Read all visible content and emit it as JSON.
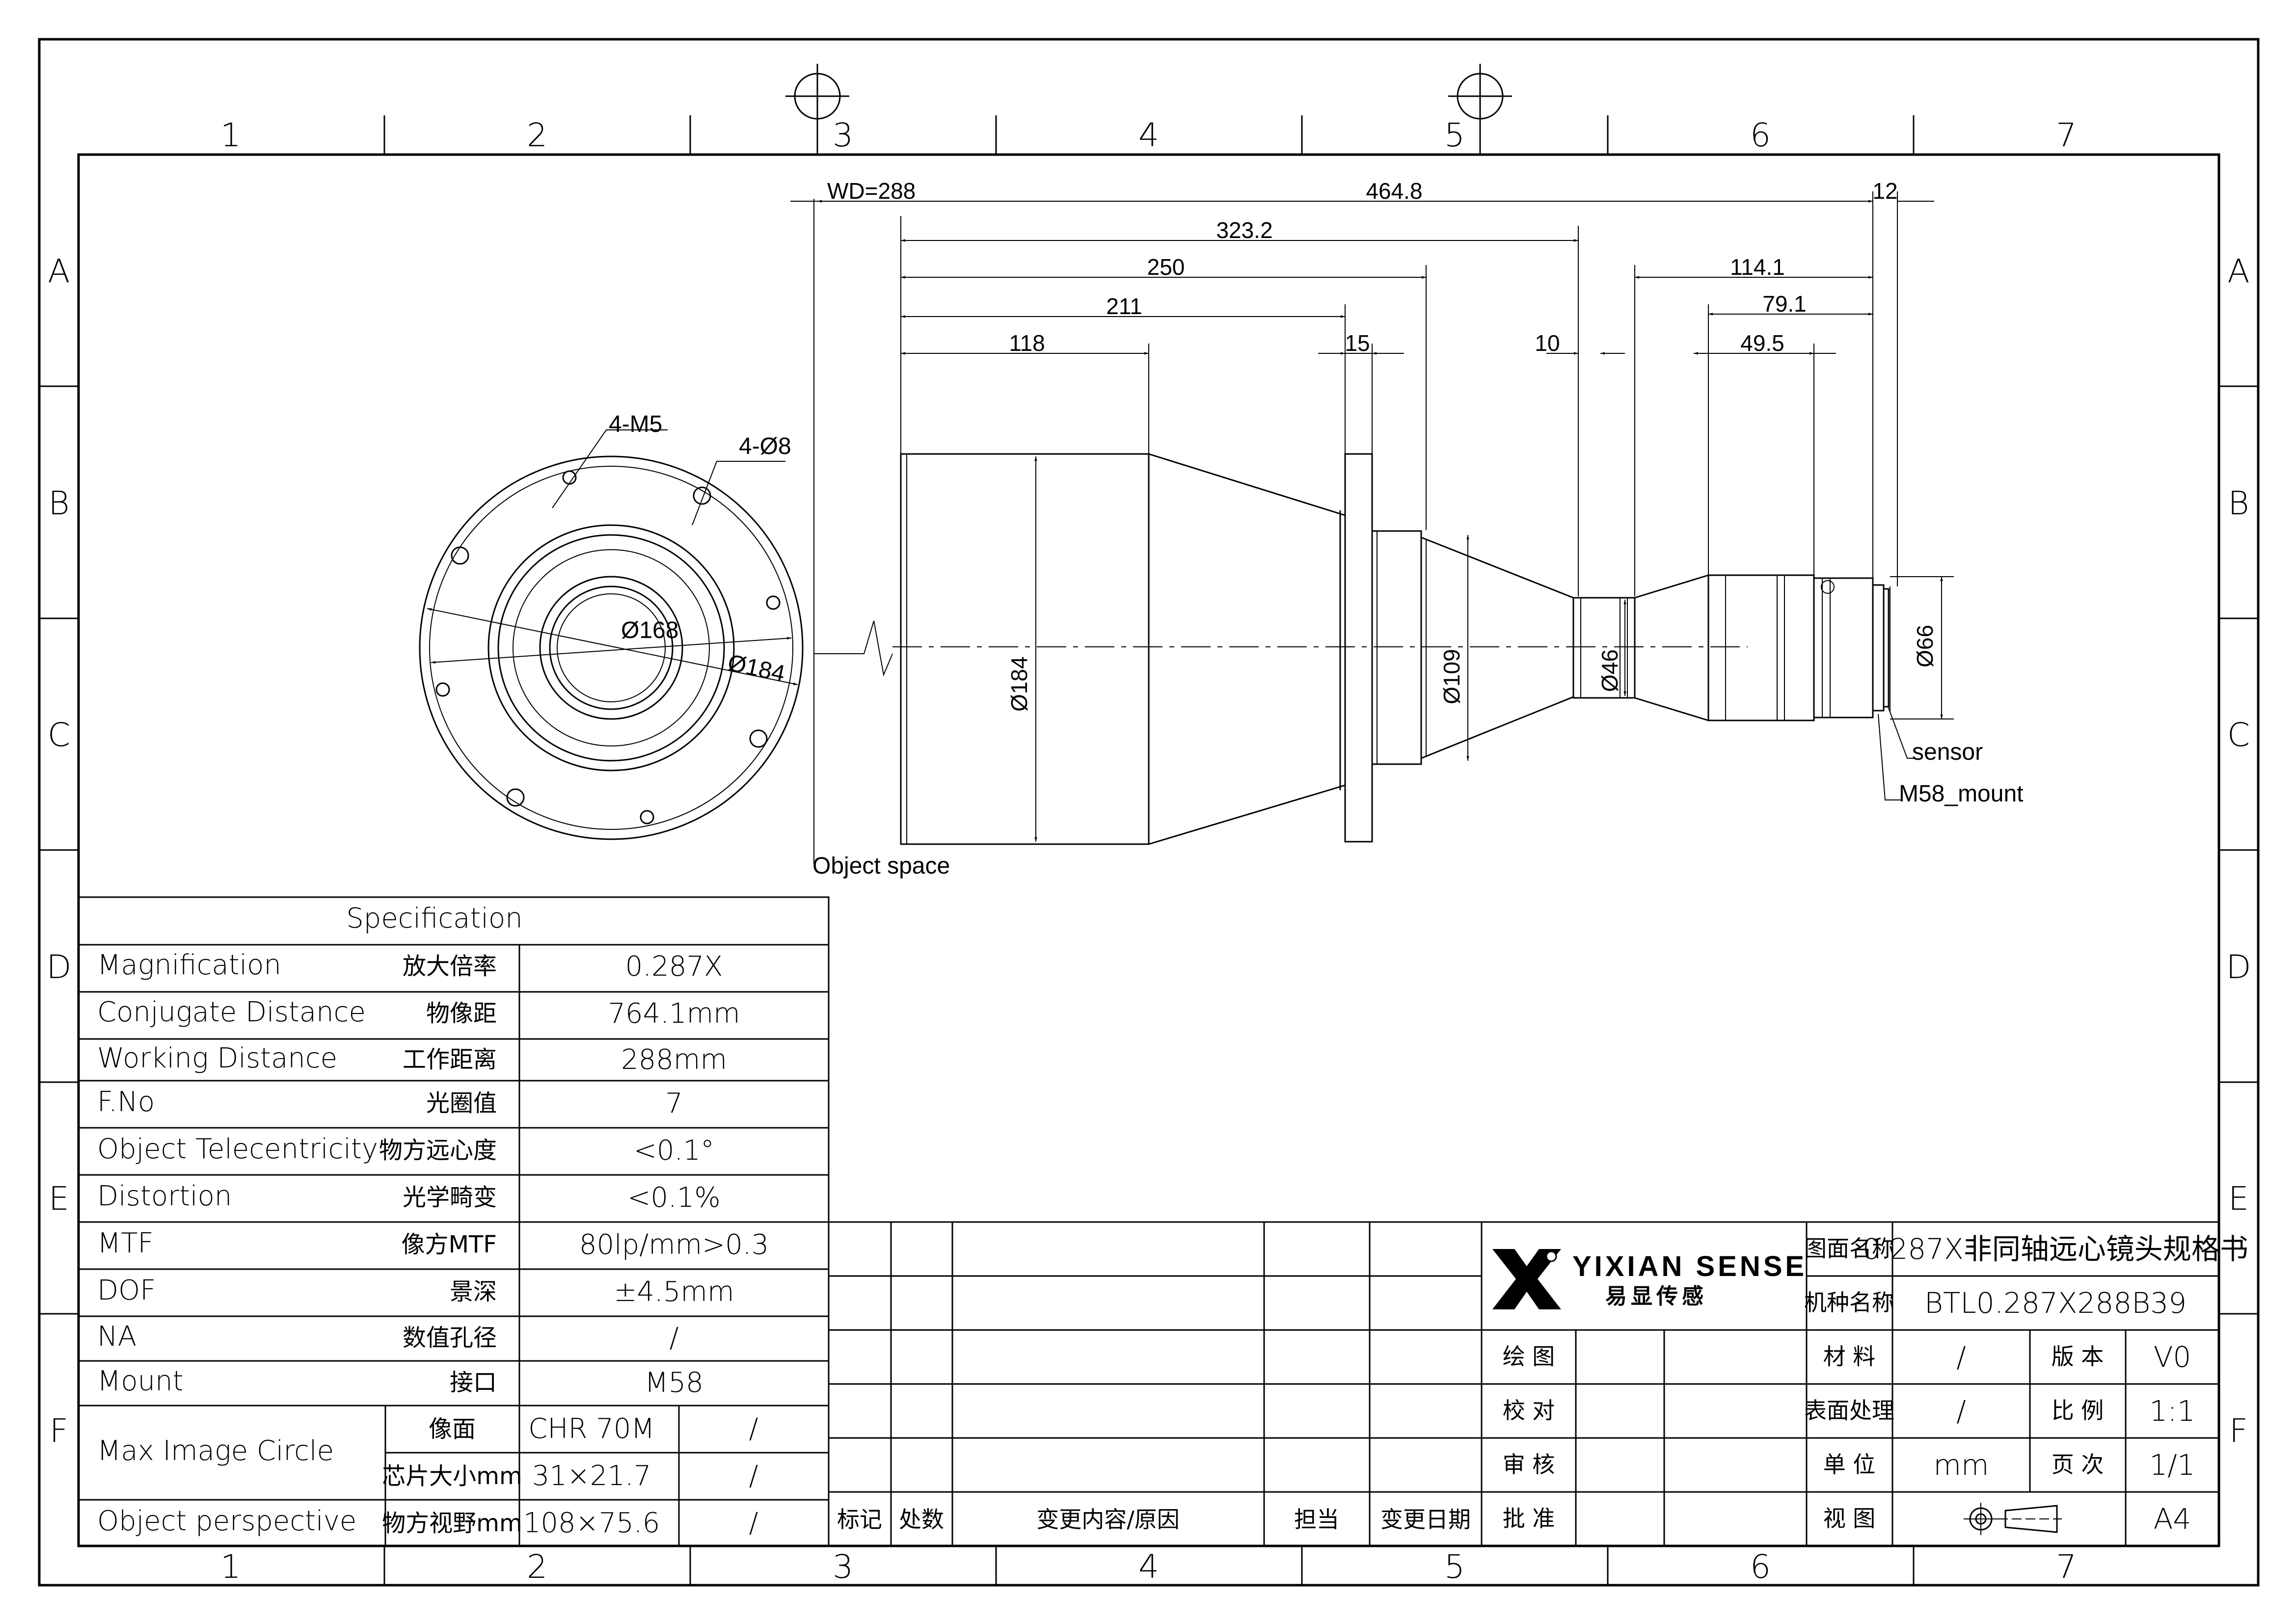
{
  "border": {
    "column_labels": [
      "1",
      "2",
      "3",
      "4",
      "5",
      "6",
      "7"
    ],
    "row_labels": [
      "A",
      "B",
      "C",
      "D",
      "E",
      "F"
    ]
  },
  "dimensions": {
    "wd": "WD=288",
    "total": "464.8",
    "d323": "323.2",
    "d250": "250",
    "d211": "211",
    "d118": "118",
    "d15": "15",
    "d10": "10",
    "d114": "114.1",
    "d79": "79.1",
    "d49": "49.5",
    "d12": "12",
    "dia184": "Ø184",
    "dia109": "Ø109",
    "dia46": "Ø46",
    "dia66": "Ø66",
    "front_holes": "4-M5",
    "front_holes2": "4-Ø8",
    "front_dia168": "Ø168",
    "front_dia184": "Ø184"
  },
  "notes": {
    "object_space": "Object space",
    "sensor": "sensor",
    "mount": "M58_mount"
  },
  "spec": {
    "title": "Specification",
    "rows": [
      {
        "en": "Magnification",
        "cn": "放大倍率",
        "value": "0.287X"
      },
      {
        "en": "Conjugate Distance",
        "cn": "物像距",
        "value": "764.1mm"
      },
      {
        "en": "Working Distance",
        "cn": "工作距离",
        "value": "288mm"
      },
      {
        "en": "F.No",
        "cn": "光圈值",
        "value": "7"
      },
      {
        "en": "Object Telecentricity",
        "cn": "物方远心度",
        "value": "<0.1°"
      },
      {
        "en": "Distortion",
        "cn": "光学畸变",
        "value": "<0.1%"
      },
      {
        "en": "MTF",
        "cn": "像方MTF",
        "value": "80lp/mm>0.3"
      },
      {
        "en": "DOF",
        "cn": "景深",
        "value": "±4.5mm"
      },
      {
        "en": "NA",
        "cn": "数值孔径",
        "value": "/"
      },
      {
        "en": "Mount",
        "cn": "接口",
        "value": "M58"
      }
    ],
    "image_circle": {
      "en": "Max Image Circle",
      "sub1_cn": "像面",
      "sub1_v1": "CHR 70M",
      "sub1_v2": "/",
      "sub2_cn": "芯片大小mm",
      "sub2_v1": "31×21.7",
      "sub2_v2": "/"
    },
    "perspective": {
      "en": "Object perspective",
      "cn": "物方视野mm",
      "v1": "108×75.6",
      "v2": "/"
    }
  },
  "revision": {
    "headers": [
      "标记",
      "处数",
      "变更内容/原因",
      "担当",
      "变更日期"
    ]
  },
  "title_block": {
    "brand": "YIXIAN SENSE",
    "brand_cn": "易显传感",
    "drawing_name_label": "图面名称",
    "drawing_name": "0.287X非同轴远心镜头规格书",
    "model_label": "机种名称",
    "model": "BTL0.287X288B39",
    "roles": [
      "绘 图",
      "校 对",
      "审 核",
      "批 准"
    ],
    "material_label": "材 料",
    "material": "/",
    "version_label": "版 本",
    "version": "V0",
    "surface_label": "表面处理",
    "surface": "/",
    "scale_label": "比 例",
    "scale": "1:1",
    "unit_label": "单 位",
    "unit": "mm",
    "page_label": "页 次",
    "page": "1/1",
    "view_label": "视 图",
    "paper": "A4"
  }
}
